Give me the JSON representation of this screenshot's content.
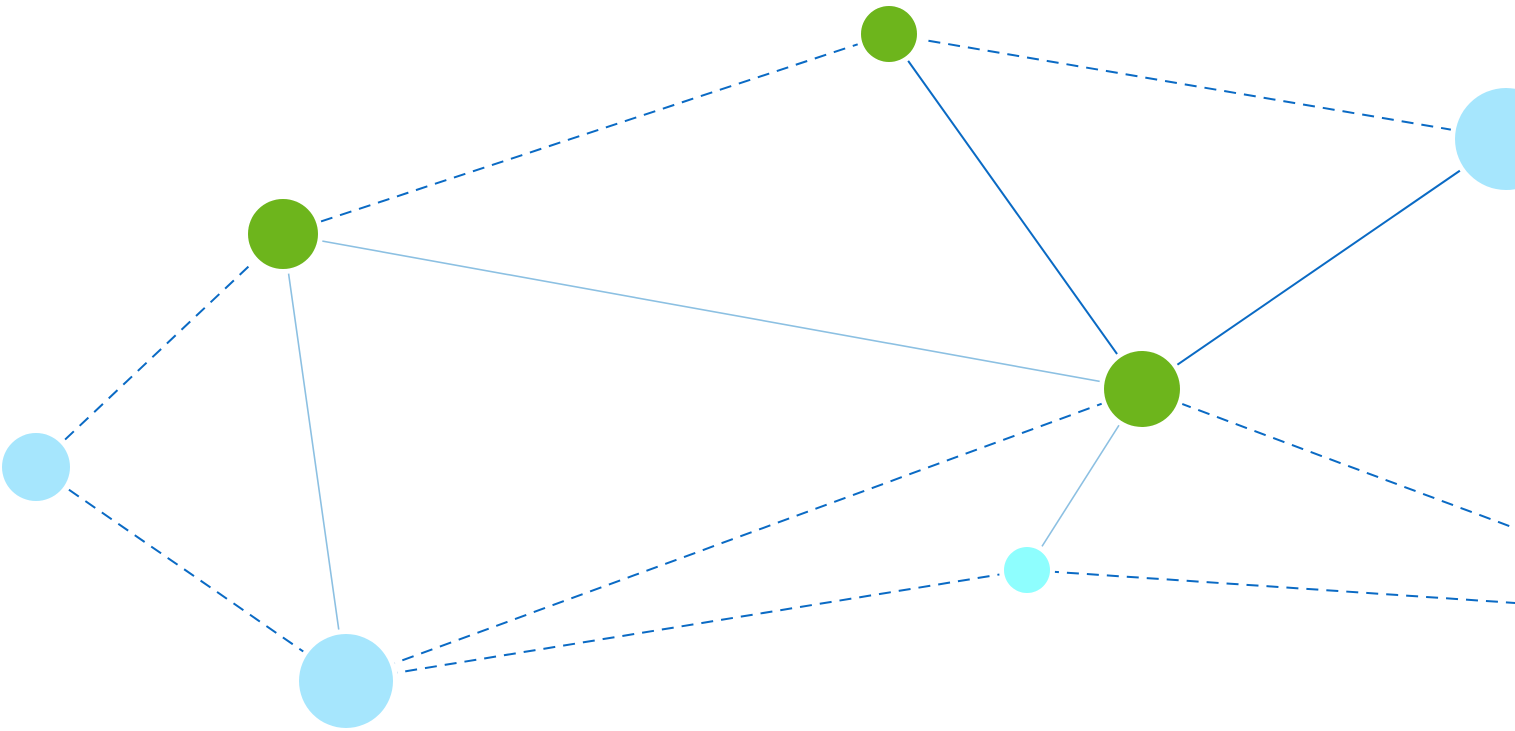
{
  "graph": {
    "colors": {
      "background": "#ffffff",
      "edge_dashed": "#0a6ac4",
      "edge_solid_strong": "#0a6ac4",
      "edge_solid_light": "#8cc0e2",
      "node_green": "#6db51c",
      "node_light_blue": "#a6e6fd",
      "node_cyan": "#8efefe"
    },
    "nodes": [
      {
        "id": "n-top-green",
        "color_key": "node_green",
        "kind": "green"
      },
      {
        "id": "n-left-green",
        "color_key": "node_green",
        "kind": "green"
      },
      {
        "id": "n-center-green",
        "color_key": "node_green",
        "kind": "green"
      },
      {
        "id": "n-top-right-blue",
        "color_key": "node_light_blue",
        "kind": "light-blue"
      },
      {
        "id": "n-left-blue",
        "color_key": "node_light_blue",
        "kind": "light-blue"
      },
      {
        "id": "n-bottom-left-blue",
        "color_key": "node_light_blue",
        "kind": "light-blue"
      },
      {
        "id": "n-small-cyan",
        "color_key": "node_cyan",
        "kind": "cyan"
      },
      {
        "id": "n-offscreen-right-mid",
        "color_key": "node_light_blue",
        "kind": "offscreen"
      },
      {
        "id": "n-offscreen-right-low",
        "color_key": "node_light_blue",
        "kind": "offscreen"
      }
    ],
    "edges": [
      {
        "from": "n-left-green",
        "to": "n-top-green",
        "style": "dashed"
      },
      {
        "from": "n-top-green",
        "to": "n-top-right-blue",
        "style": "dashed"
      },
      {
        "from": "n-top-green",
        "to": "n-center-green",
        "style": "solid-strong"
      },
      {
        "from": "n-center-green",
        "to": "n-top-right-blue",
        "style": "solid-strong"
      },
      {
        "from": "n-left-green",
        "to": "n-center-green",
        "style": "solid-light"
      },
      {
        "from": "n-left-green",
        "to": "n-bottom-left-blue",
        "style": "solid-light"
      },
      {
        "from": "n-left-blue",
        "to": "n-left-green",
        "style": "dashed"
      },
      {
        "from": "n-left-blue",
        "to": "n-bottom-left-blue",
        "style": "dashed"
      },
      {
        "from": "n-bottom-left-blue",
        "to": "n-center-green",
        "style": "dashed"
      },
      {
        "from": "n-bottom-left-blue",
        "to": "n-small-cyan",
        "style": "dashed"
      },
      {
        "from": "n-center-green",
        "to": "n-small-cyan",
        "style": "solid-light"
      },
      {
        "from": "n-center-green",
        "to": "n-offscreen-right-mid",
        "style": "dashed"
      },
      {
        "from": "n-small-cyan",
        "to": "n-offscreen-right-low",
        "style": "dashed"
      }
    ]
  }
}
